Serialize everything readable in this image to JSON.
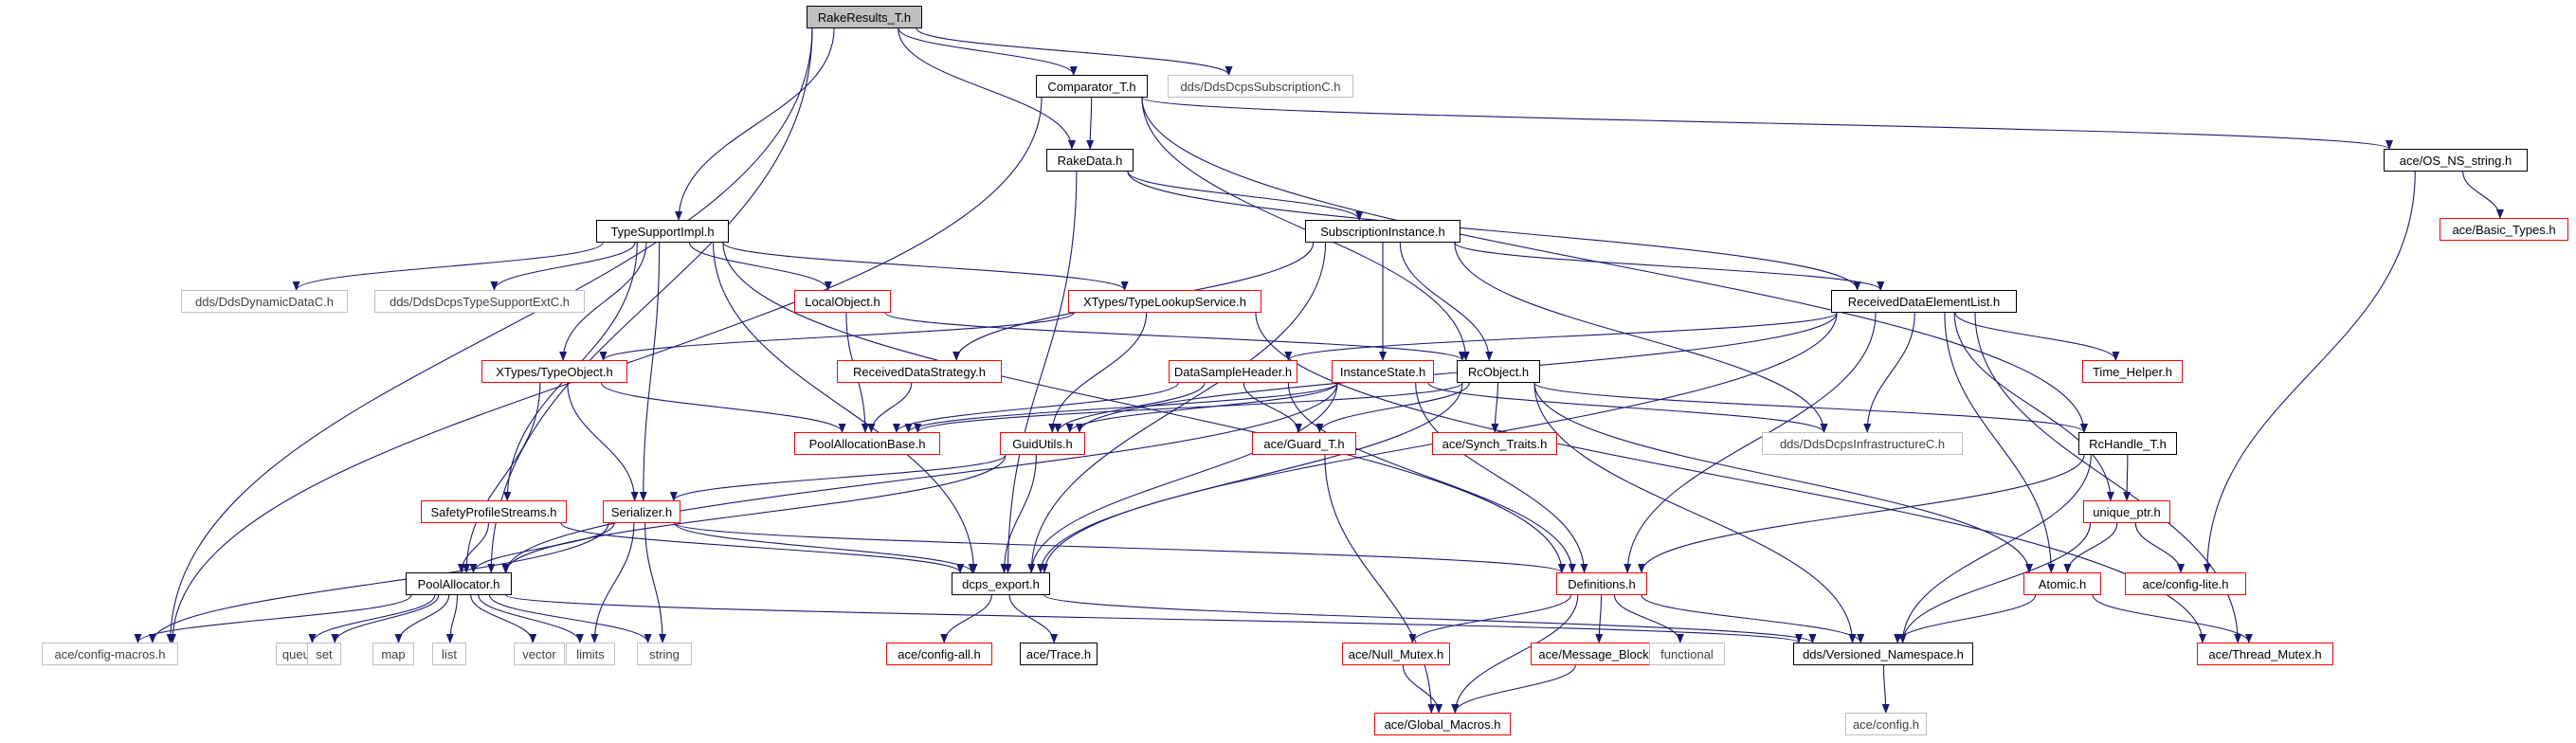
{
  "colors": {
    "edge": "#191970",
    "root_fill": "#bfbfbf",
    "doc_border": "#000000",
    "incomplete_border": "#ff0000",
    "external_border": "#bfbfbf"
  },
  "nodes": [
    {
      "id": "RakeResults_T",
      "label": "RakeResults_T.h",
      "kind": "root"
    },
    {
      "id": "Comparator_T",
      "label": "Comparator_T.h",
      "kind": "doc"
    },
    {
      "id": "DdsDcpsSubscriptionC",
      "label": "dds/DdsDcpsSubscriptionC.h",
      "kind": "ext"
    },
    {
      "id": "RakeData",
      "label": "RakeData.h",
      "kind": "doc"
    },
    {
      "id": "OS_NS_string",
      "label": "ace/OS_NS_string.h",
      "kind": "doc"
    },
    {
      "id": "Basic_Types",
      "label": "ace/Basic_Types.h",
      "kind": "red"
    },
    {
      "id": "TypeSupportImpl",
      "label": "TypeSupportImpl.h",
      "kind": "doc"
    },
    {
      "id": "SubscriptionInstance",
      "label": "SubscriptionInstance.h",
      "kind": "doc"
    },
    {
      "id": "DdsDynamicDataC",
      "label": "dds/DdsDynamicDataC.h",
      "kind": "ext"
    },
    {
      "id": "DdsDcpsTypeSupportExtC",
      "label": "dds/DdsDcpsTypeSupportExtC.h",
      "kind": "ext"
    },
    {
      "id": "LocalObject",
      "label": "LocalObject.h",
      "kind": "red"
    },
    {
      "id": "TypeLookupService",
      "label": "XTypes/TypeLookupService.h",
      "kind": "red"
    },
    {
      "id": "ReceivedDataElementList",
      "label": "ReceivedDataElementList.h",
      "kind": "doc"
    },
    {
      "id": "TypeObject",
      "label": "XTypes/TypeObject.h",
      "kind": "red"
    },
    {
      "id": "ReceivedDataStrategy",
      "label": "ReceivedDataStrategy.h",
      "kind": "red"
    },
    {
      "id": "DataSampleHeader",
      "label": "DataSampleHeader.h",
      "kind": "red"
    },
    {
      "id": "InstanceState",
      "label": "InstanceState.h",
      "kind": "red"
    },
    {
      "id": "RcObject",
      "label": "RcObject.h",
      "kind": "doc"
    },
    {
      "id": "Time_Helper",
      "label": "Time_Helper.h",
      "kind": "red"
    },
    {
      "id": "PoolAllocationBase",
      "label": "PoolAllocationBase.h",
      "kind": "red"
    },
    {
      "id": "GuidUtils",
      "label": "GuidUtils.h",
      "kind": "red"
    },
    {
      "id": "Guard_T",
      "label": "ace/Guard_T.h",
      "kind": "red"
    },
    {
      "id": "Synch_Traits",
      "label": "ace/Synch_Traits.h",
      "kind": "red"
    },
    {
      "id": "DdsDcpsInfrastructureC",
      "label": "dds/DdsDcpsInfrastructureC.h",
      "kind": "ext"
    },
    {
      "id": "RcHandle_T",
      "label": "RcHandle_T.h",
      "kind": "doc"
    },
    {
      "id": "SafetyProfileStreams",
      "label": "SafetyProfileStreams.h",
      "kind": "red"
    },
    {
      "id": "Serializer",
      "label": "Serializer.h",
      "kind": "red"
    },
    {
      "id": "unique_ptr",
      "label": "unique_ptr.h",
      "kind": "red"
    },
    {
      "id": "PoolAllocator",
      "label": "PoolAllocator.h",
      "kind": "doc"
    },
    {
      "id": "dcps_export",
      "label": "dcps_export.h",
      "kind": "doc"
    },
    {
      "id": "Definitions",
      "label": "Definitions.h",
      "kind": "red"
    },
    {
      "id": "Atomic",
      "label": "Atomic.h",
      "kind": "red"
    },
    {
      "id": "config_lite",
      "label": "ace/config-lite.h",
      "kind": "red"
    },
    {
      "id": "config_macros",
      "label": "ace/config-macros.h",
      "kind": "ext"
    },
    {
      "id": "queue",
      "label": "queue",
      "kind": "ext"
    },
    {
      "id": "set",
      "label": "set",
      "kind": "ext"
    },
    {
      "id": "map",
      "label": "map",
      "kind": "ext"
    },
    {
      "id": "list",
      "label": "list",
      "kind": "ext"
    },
    {
      "id": "vector",
      "label": "vector",
      "kind": "ext"
    },
    {
      "id": "limits",
      "label": "limits",
      "kind": "ext"
    },
    {
      "id": "string",
      "label": "string",
      "kind": "ext"
    },
    {
      "id": "config_all",
      "label": "ace/config-all.h",
      "kind": "red"
    },
    {
      "id": "Trace",
      "label": "ace/Trace.h",
      "kind": "doc"
    },
    {
      "id": "Null_Mutex",
      "label": "ace/Null_Mutex.h",
      "kind": "red"
    },
    {
      "id": "Message_Block",
      "label": "ace/Message_Block.h",
      "kind": "red"
    },
    {
      "id": "functional",
      "label": "functional",
      "kind": "ext"
    },
    {
      "id": "Versioned_Namespace",
      "label": "dds/Versioned_Namespace.h",
      "kind": "doc"
    },
    {
      "id": "Thread_Mutex",
      "label": "ace/Thread_Mutex.h",
      "kind": "red"
    },
    {
      "id": "Global_Macros",
      "label": "ace/Global_Macros.h",
      "kind": "red"
    },
    {
      "id": "ace_config",
      "label": "ace/config.h",
      "kind": "ext"
    }
  ],
  "edges": [
    [
      "RakeResults_T",
      "Comparator_T"
    ],
    [
      "RakeResults_T",
      "DdsDcpsSubscriptionC"
    ],
    [
      "RakeResults_T",
      "RakeData"
    ],
    [
      "RakeResults_T",
      "TypeSupportImpl"
    ],
    [
      "RakeResults_T",
      "PoolAllocator"
    ],
    [
      "RakeResults_T",
      "config_macros"
    ],
    [
      "Comparator_T",
      "RakeData"
    ],
    [
      "Comparator_T",
      "RcObject"
    ],
    [
      "Comparator_T",
      "OS_NS_string"
    ],
    [
      "Comparator_T",
      "RcHandle_T"
    ],
    [
      "Comparator_T",
      "config_macros"
    ],
    [
      "OS_NS_string",
      "Basic_Types"
    ],
    [
      "OS_NS_string",
      "config_lite"
    ],
    [
      "RakeData",
      "SubscriptionInstance"
    ],
    [
      "RakeData",
      "ReceivedDataElementList"
    ],
    [
      "RakeData",
      "dcps_export"
    ],
    [
      "TypeSupportImpl",
      "DdsDynamicDataC"
    ],
    [
      "TypeSupportImpl",
      "DdsDcpsTypeSupportExtC"
    ],
    [
      "TypeSupportImpl",
      "LocalObject"
    ],
    [
      "TypeSupportImpl",
      "TypeLookupService"
    ],
    [
      "TypeSupportImpl",
      "TypeObject"
    ],
    [
      "TypeSupportImpl",
      "SafetyProfileStreams"
    ],
    [
      "TypeSupportImpl",
      "Serializer"
    ],
    [
      "TypeSupportImpl",
      "dcps_export"
    ],
    [
      "TypeSupportImpl",
      "Definitions"
    ],
    [
      "SubscriptionInstance",
      "ReceivedDataStrategy"
    ],
    [
      "SubscriptionInstance",
      "InstanceState"
    ],
    [
      "SubscriptionInstance",
      "RcObject"
    ],
    [
      "SubscriptionInstance",
      "ReceivedDataElementList"
    ],
    [
      "SubscriptionInstance",
      "DdsDcpsInfrastructureC"
    ],
    [
      "SubscriptionInstance",
      "dcps_export"
    ],
    [
      "LocalObject",
      "PoolAllocationBase"
    ],
    [
      "LocalObject",
      "RcObject"
    ],
    [
      "TypeLookupService",
      "TypeObject"
    ],
    [
      "TypeLookupService",
      "GuidUtils"
    ],
    [
      "TypeLookupService",
      "Thread_Mutex"
    ],
    [
      "ReceivedDataElementList",
      "DataSampleHeader"
    ],
    [
      "ReceivedDataElementList",
      "GuidUtils"
    ],
    [
      "ReceivedDataElementList",
      "Time_Helper"
    ],
    [
      "ReceivedDataElementList",
      "DdsDcpsInfrastructureC"
    ],
    [
      "ReceivedDataElementList",
      "unique_ptr"
    ],
    [
      "ReceivedDataElementList",
      "Atomic"
    ],
    [
      "ReceivedDataElementList",
      "Thread_Mutex"
    ],
    [
      "ReceivedDataElementList",
      "Definitions"
    ],
    [
      "ReceivedDataElementList",
      "dcps_export"
    ],
    [
      "TypeObject",
      "PoolAllocationBase"
    ],
    [
      "TypeObject",
      "Serializer"
    ],
    [
      "TypeObject",
      "PoolAllocator"
    ],
    [
      "ReceivedDataStrategy",
      "PoolAllocationBase"
    ],
    [
      "DataSampleHeader",
      "PoolAllocationBase"
    ],
    [
      "DataSampleHeader",
      "GuidUtils"
    ],
    [
      "DataSampleHeader",
      "Guard_T"
    ],
    [
      "DataSampleHeader",
      "Definitions"
    ],
    [
      "InstanceState",
      "GuidUtils"
    ],
    [
      "InstanceState",
      "PoolAllocationBase"
    ],
    [
      "InstanceState",
      "DdsDcpsInfrastructureC"
    ],
    [
      "InstanceState",
      "Definitions"
    ],
    [
      "InstanceState",
      "dcps_export"
    ],
    [
      "InstanceState",
      "PoolAllocator"
    ],
    [
      "RcObject",
      "PoolAllocationBase"
    ],
    [
      "RcObject",
      "Guard_T"
    ],
    [
      "RcObject",
      "Synch_Traits"
    ],
    [
      "RcObject",
      "RcHandle_T"
    ],
    [
      "RcObject",
      "Atomic"
    ],
    [
      "RcObject",
      "Versioned_Namespace"
    ],
    [
      "RcObject",
      "dcps_export"
    ],
    [
      "GuidUtils",
      "Serializer"
    ],
    [
      "GuidUtils",
      "dcps_export"
    ],
    [
      "GuidUtils",
      "PoolAllocator"
    ],
    [
      "Guard_T",
      "Global_Macros"
    ],
    [
      "RcHandle_T",
      "unique_ptr"
    ],
    [
      "RcHandle_T",
      "Definitions"
    ],
    [
      "RcHandle_T",
      "Versioned_Namespace"
    ],
    [
      "SafetyProfileStreams",
      "PoolAllocator"
    ],
    [
      "SafetyProfileStreams",
      "dcps_export"
    ],
    [
      "Serializer",
      "PoolAllocator"
    ],
    [
      "Serializer",
      "dcps_export"
    ],
    [
      "Serializer",
      "Definitions"
    ],
    [
      "Serializer",
      "limits"
    ],
    [
      "Serializer",
      "string"
    ],
    [
      "Serializer",
      "config_macros"
    ],
    [
      "unique_ptr",
      "Atomic"
    ],
    [
      "unique_ptr",
      "config_lite"
    ],
    [
      "unique_ptr",
      "Versioned_Namespace"
    ],
    [
      "PoolAllocator",
      "config_macros"
    ],
    [
      "PoolAllocator",
      "queue"
    ],
    [
      "PoolAllocator",
      "set"
    ],
    [
      "PoolAllocator",
      "map"
    ],
    [
      "PoolAllocator",
      "list"
    ],
    [
      "PoolAllocator",
      "vector"
    ],
    [
      "PoolAllocator",
      "limits"
    ],
    [
      "PoolAllocator",
      "string"
    ],
    [
      "PoolAllocator",
      "Versioned_Namespace"
    ],
    [
      "dcps_export",
      "config_all"
    ],
    [
      "dcps_export",
      "Trace"
    ],
    [
      "dcps_export",
      "Versioned_Namespace"
    ],
    [
      "Definitions",
      "Null_Mutex"
    ],
    [
      "Definitions",
      "Message_Block"
    ],
    [
      "Definitions",
      "functional"
    ],
    [
      "Definitions",
      "Versioned_Namespace"
    ],
    [
      "Definitions",
      "Global_Macros"
    ],
    [
      "Atomic",
      "Versioned_Namespace"
    ],
    [
      "Atomic",
      "Thread_Mutex"
    ],
    [
      "Null_Mutex",
      "Global_Macros"
    ],
    [
      "Message_Block",
      "Global_Macros"
    ],
    [
      "Versioned_Namespace",
      "ace_config"
    ]
  ]
}
